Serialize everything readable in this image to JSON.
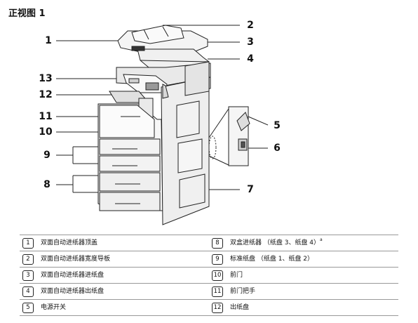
{
  "title": "正视图 1",
  "callouts": [
    "1",
    "2",
    "3",
    "4",
    "13",
    "12",
    "11",
    "10",
    "9",
    "8",
    "5",
    "6",
    "7"
  ],
  "legend": {
    "left": [
      {
        "num": "1",
        "text": "双面自动进纸器顶盖"
      },
      {
        "num": "2",
        "text": "双面自动进纸器宽度导板"
      },
      {
        "num": "3",
        "text": "双面自动进纸器进纸盘"
      },
      {
        "num": "4",
        "text": "双面自动进纸器出纸盘"
      },
      {
        "num": "5",
        "text": "电源开关"
      }
    ],
    "right": [
      {
        "num": "8",
        "text": "双盒进纸器 （纸盘 3、纸盘 4）",
        "sup": "a"
      },
      {
        "num": "9",
        "text": "标准纸盘 （纸盘 1、纸盘 2）"
      },
      {
        "num": "10",
        "text": "前门"
      },
      {
        "num": "11",
        "text": "前门把手"
      },
      {
        "num": "12",
        "text": "出纸盘"
      }
    ]
  }
}
